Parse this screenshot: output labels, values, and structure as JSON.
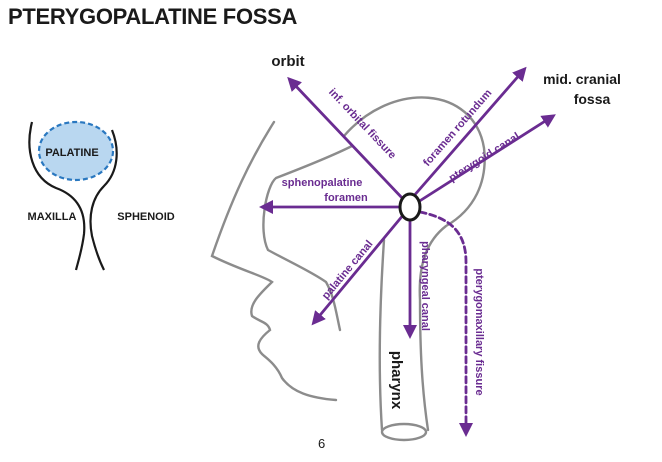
{
  "title": "PTERYGOPALATINE FOSSA",
  "page_number": "6",
  "colors": {
    "purple": "#6a2c91",
    "gray": "#8c8c8c",
    "dark": "#1a1a1a",
    "palatine_fill": "#b9d7f0",
    "palatine_border": "#2a78c0"
  },
  "inset": {
    "palatine": "PALATINE",
    "maxilla": "MAXILLA",
    "sphenoid": "SPHENOID"
  },
  "destinations": {
    "orbit": "orbit",
    "mid_cranial_line1": "mid. cranial",
    "mid_cranial_line2": "fossa",
    "pharynx": "pharynx"
  },
  "passages": {
    "inf_orbital_fissure": "inf. orbital fissure",
    "foramen_rotundum": "foramen rotundum",
    "pterygoid_canal": "pterygoid canal",
    "sphenopalatine_line1": "sphenopalatine",
    "sphenopalatine_line2": "foramen",
    "palatine_canal": "palatine canal",
    "pharyngeal_canal": "pharyngeal canal",
    "pterygomaxillary_fissure": "pterygomaxillary fissure"
  }
}
